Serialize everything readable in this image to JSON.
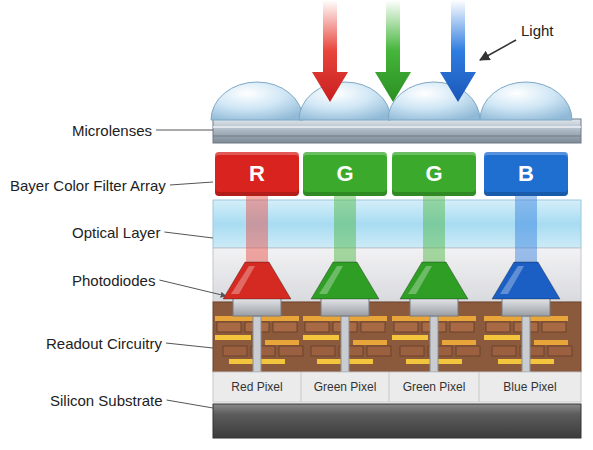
{
  "diagram": {
    "nodes": [
      {
        "text": [
          "R"
        ]
      },
      {
        "text": [
          "G"
        ]
      },
      {
        "text": [
          "G"
        ]
      },
      {
        "text": [
          "B"
        ]
      }
    ],
    "labels": [
      "Light",
      "Microlenses",
      "Bayer Color Filter Array",
      "Optical Layer",
      "Photodiodes",
      "Readout Circuitry",
      "Silicon Substrate",
      "Red Pixel",
      "Green Pixel",
      "Green Pixel",
      "Blue Pixel"
    ]
  }
}
